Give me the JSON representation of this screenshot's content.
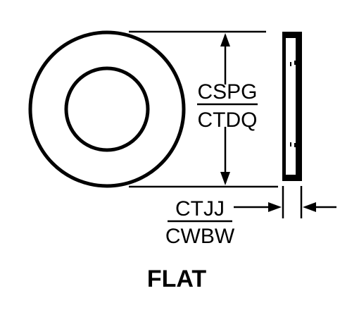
{
  "diagram": {
    "height_dimension": {
      "numerator": "CSPG",
      "denominator": "CTDQ"
    },
    "thickness_dimension": {
      "numerator": "CTJJ",
      "denominator": "CWBW"
    },
    "caption": "FLAT"
  },
  "colors": {
    "ink": "#000000",
    "paper": "#ffffff"
  }
}
